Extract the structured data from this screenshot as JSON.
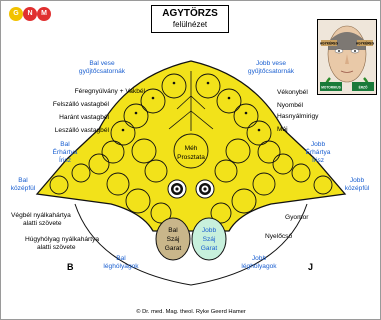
{
  "logo": {
    "letters": [
      "G",
      "N",
      "M"
    ],
    "colors": [
      "#f2c200",
      "#e03030",
      "#e03030"
    ]
  },
  "title": {
    "main": "AGYTÖRZS",
    "sub": "felülnézet"
  },
  "labels": {
    "bal_vese": [
      "Bal vese",
      "gyűjtőcsatornák"
    ],
    "jobb_vese": [
      "Jobb vese",
      "gyűjtőcsatornák"
    ],
    "feregnyulvany": "Féregnyúlvány + Vakbél",
    "felszallo": "Felszálló vastagbél",
    "harant": "Haránt vastagbél",
    "leszallo": "Leszálló vastagbél",
    "vekonybel": "Vékonybél",
    "nyombel": "Nyombél",
    "hasnyalmirigy": "Hasnyálmirigy",
    "maj": "Máj",
    "bal_erhartya": [
      "Bal",
      "Érhártya",
      "Írisz"
    ],
    "jobb_erhartya": [
      "Jobb",
      "Érhártya",
      "Írisz"
    ],
    "meh": [
      "Méh",
      "Prosztata"
    ],
    "bal_kozepful": [
      "Bal",
      "középfül"
    ],
    "jobb_kozepful": [
      "Jobb",
      "középfül"
    ],
    "vegbel": [
      "Végbél nyálkahártya",
      "alatti szövete"
    ],
    "hugyholyag": [
      "Húgyhólyag nyálkahártya",
      "alatti szövete"
    ],
    "gyomor": "Gyomor",
    "nyelocso": "Nyelőcső",
    "bal_szaj": [
      "Bal",
      "Száj",
      "Garat"
    ],
    "jobb_szaj": [
      "Jobb",
      "Száj",
      "Garat"
    ],
    "bal_leghologyagok": [
      "Bal",
      "léghólyagok"
    ],
    "jobb_leghologyagok": [
      "Jobb",
      "léghólyagok"
    ],
    "side_left": "B",
    "side_right": "J"
  },
  "inset": {
    "left_tag": "AGYKÉREG",
    "right_tag": "AGYKÉREG",
    "bottom_left": "MOTORIKUS",
    "bottom_right": "ÉRZŐ"
  },
  "copyright": "© Dr. med. Mag. theol. Ryke Geerd Hamer",
  "colors": {
    "brain": "#f2e21a",
    "outline": "#111111",
    "label_blue": "#1a5fd0",
    "bal_szaj": "#c9b68a",
    "jobb_szaj": "#c7f0dc"
  }
}
